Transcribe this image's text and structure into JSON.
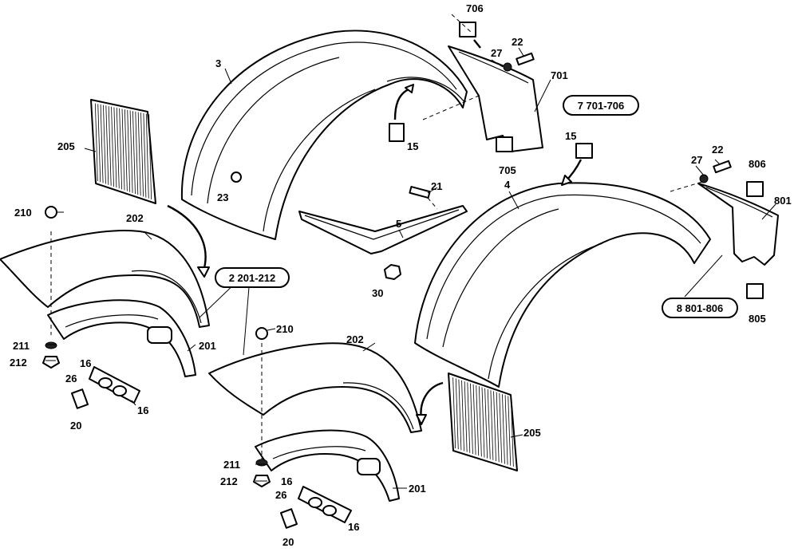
{
  "labels": {
    "l706": "706",
    "l22a": "22",
    "l27a": "27",
    "l701": "701",
    "l3": "3",
    "l15a": "15",
    "l705": "705",
    "l205a": "205",
    "l23": "23",
    "l21": "21",
    "l15b": "15",
    "l27b": "27",
    "l22b": "22",
    "l806": "806",
    "l4": "4",
    "l801": "801",
    "l5": "5",
    "l210a": "210",
    "l202a": "202",
    "l30": "30",
    "l805": "805",
    "l210b": "210",
    "l202b": "202",
    "l211a": "211",
    "l212a": "212",
    "l201a": "201",
    "l16a": "16",
    "l26a": "26",
    "l16b": "16",
    "l20a": "20",
    "l205b": "205",
    "l211b": "211",
    "l212b": "212",
    "l201b": "201",
    "l16c": "16",
    "l26b": "26",
    "l16d": "16",
    "l20b": "20"
  },
  "groups": {
    "g7": "7  701-706",
    "g8": "8  801-806",
    "g2": "2  201-212"
  }
}
